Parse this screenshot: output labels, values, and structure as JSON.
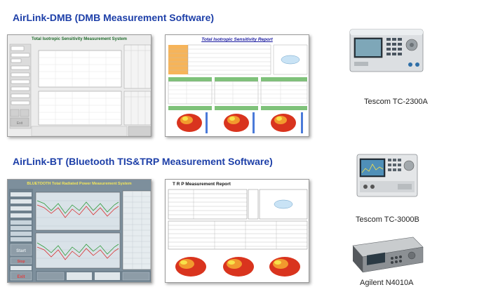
{
  "sections": [
    {
      "title": "AirLink-DMB (DMB Measurement Software)",
      "software_window_title": "Total Isotropic Sensitivity Measurement System",
      "report_title": "Total Isotropic Sensitivity Report",
      "instruments": [
        {
          "label": "Tescom TC-2300A",
          "icon": "signal-analyzer-icon"
        }
      ]
    },
    {
      "title": "AirLink-BT (Bluetooth TIS&TRP Measurement Software)",
      "software_window_title": "BLUETOOTH Total Radiated Power Measurement System",
      "report_title": "T R P  Measurement Report",
      "instruments": [
        {
          "label": "Tescom TC-3000B",
          "icon": "bluetooth-tester-icon"
        },
        {
          "label": "Agilent N4010A",
          "icon": "wireless-test-set-icon"
        }
      ]
    }
  ],
  "colors": {
    "title_blue": "#1d3fa8",
    "bt_panel": "#7d8f9c",
    "report_orange": "#f2a84a",
    "report_green": "#7fc27a"
  }
}
